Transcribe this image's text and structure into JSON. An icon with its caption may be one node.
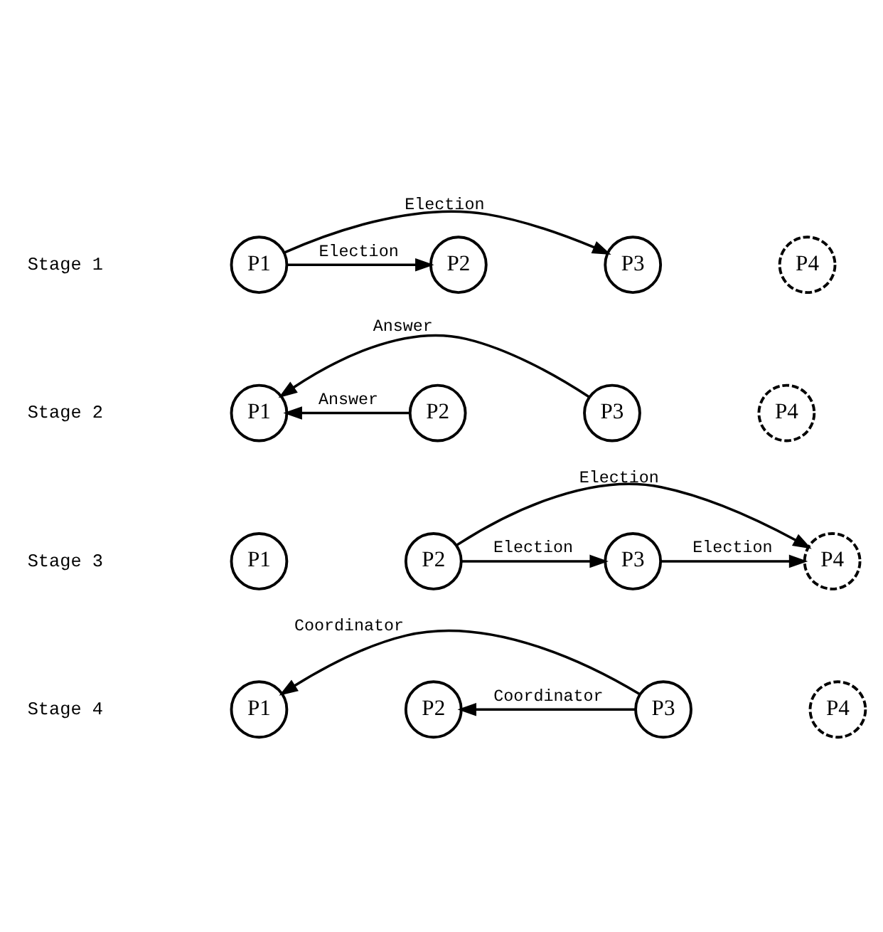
{
  "diagram": {
    "nodes": [
      {
        "text": [
          "P1"
        ]
      },
      {
        "text": [
          "P2"
        ]
      },
      {
        "text": [
          "P3"
        ]
      },
      {
        "text": [
          "P4"
        ]
      },
      {
        "text": [
          "P1"
        ]
      },
      {
        "text": [
          "P2"
        ]
      },
      {
        "text": [
          "P3"
        ]
      },
      {
        "text": [
          "P4"
        ]
      },
      {
        "text": [
          "P1"
        ]
      },
      {
        "text": [
          "P2"
        ]
      },
      {
        "text": [
          "P3"
        ]
      },
      {
        "text": [
          "P4"
        ]
      },
      {
        "text": [
          "P1"
        ]
      },
      {
        "text": [
          "P2"
        ]
      },
      {
        "text": [
          "P3"
        ]
      },
      {
        "text": [
          "P4"
        ]
      }
    ],
    "edges": [
      {
        "from": 0,
        "to": 1,
        "arrow": "to",
        "label": "Election"
      },
      {
        "from": 0,
        "to": 2,
        "arrow": "to",
        "label": "Election"
      },
      {
        "from": 5,
        "to": 4,
        "arrow": "to",
        "label": "Answer"
      },
      {
        "from": 6,
        "to": 4,
        "arrow": "to",
        "label": "Answer"
      },
      {
        "from": 9,
        "to": 11,
        "arrow": "to",
        "label": "Election"
      },
      {
        "from": 9,
        "to": 10,
        "arrow": "to",
        "label": "Election"
      },
      {
        "from": 10,
        "to": 11,
        "arrow": "to",
        "label": "Election"
      },
      {
        "from": 14,
        "to": 12,
        "arrow": "to",
        "label": "Coordinator"
      },
      {
        "from": 14,
        "to": 13,
        "arrow": "to",
        "label": "Coordinator"
      }
    ],
    "labels": [
      "Stage 1",
      "Stage 2",
      "Stage 3",
      "Stage 4"
    ]
  }
}
